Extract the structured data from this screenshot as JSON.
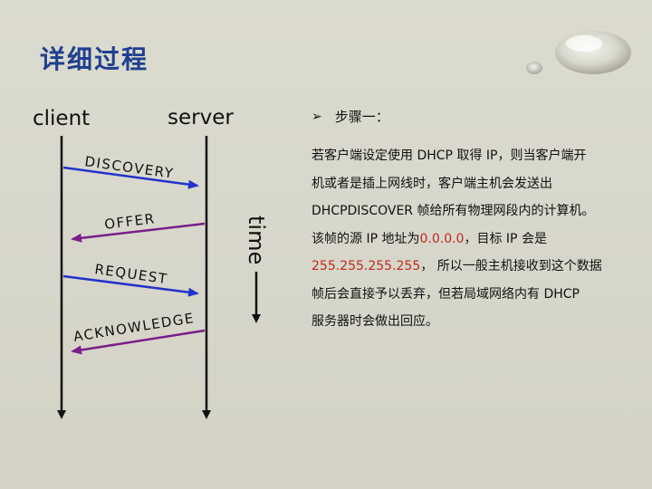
{
  "slide": {
    "title": "详细过程"
  },
  "diagram": {
    "client_label": "client",
    "server_label": "server",
    "time_label": "time",
    "messages": [
      {
        "label": "DISCOVERY",
        "direction": "client-to-server",
        "color": "#2233cc"
      },
      {
        "label": "OFFER",
        "direction": "server-to-client",
        "color": "#7a1e8a"
      },
      {
        "label": "REQUEST",
        "direction": "client-to-server",
        "color": "#2233cc"
      },
      {
        "label": "ACKNOWLEDGE",
        "direction": "server-to-client",
        "color": "#7a1e8a"
      }
    ]
  },
  "content": {
    "step_heading": "步骤一：",
    "line1": "若客户端设定使用 DHCP 取得 IP，则当客户端开",
    "line2": "机或者是插上网线时，客户端主机会发送出",
    "line3": "DHCPDISCOVER 帧给所有物理网段内的计算机。",
    "line4_prefix": "该帧的源 IP 地址为",
    "line4_ip": "0.0.0.0",
    "line4_suffix": "，目标 IP 会是",
    "line5_ip": "255.255.255.255",
    "line5_suffix": "，  所以一般主机接收到这个数据",
    "line6": "帧后会直接予以丢弃，但若局域网络内有 DHCP",
    "line7": "服务器时会做出回应。"
  },
  "colors": {
    "title": "#1f3f8f",
    "highlight": "#c0281c",
    "request_arrow": "#2233cc",
    "reply_arrow": "#7a1e8a"
  }
}
